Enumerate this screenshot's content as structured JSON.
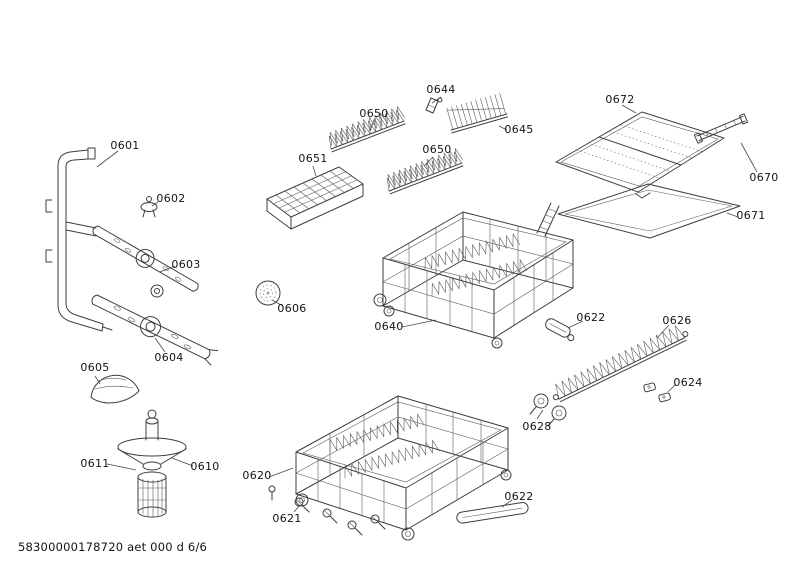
{
  "document": {
    "footer": "58300000178720 aet 000 d 6/6"
  },
  "labels": {
    "0601": "0601",
    "0602": "0602",
    "0603": "0603",
    "0604": "0604",
    "0605": "0605",
    "0606": "0606",
    "0610": "0610",
    "0611": "0611",
    "0620": "0620",
    "0621": "0621",
    "0622a": "0622",
    "0622b": "0622",
    "0624": "0624",
    "0626": "0626",
    "0628": "0628",
    "0640": "0640",
    "0644": "0644",
    "0645": "0645",
    "0650a": "0650",
    "0650b": "0650",
    "0651": "0651",
    "0670": "0670",
    "0671": "0671",
    "0672": "0672"
  },
  "colors": {
    "line": "#3e3e3e",
    "label_text": "#141414",
    "background": "#ffffff"
  }
}
